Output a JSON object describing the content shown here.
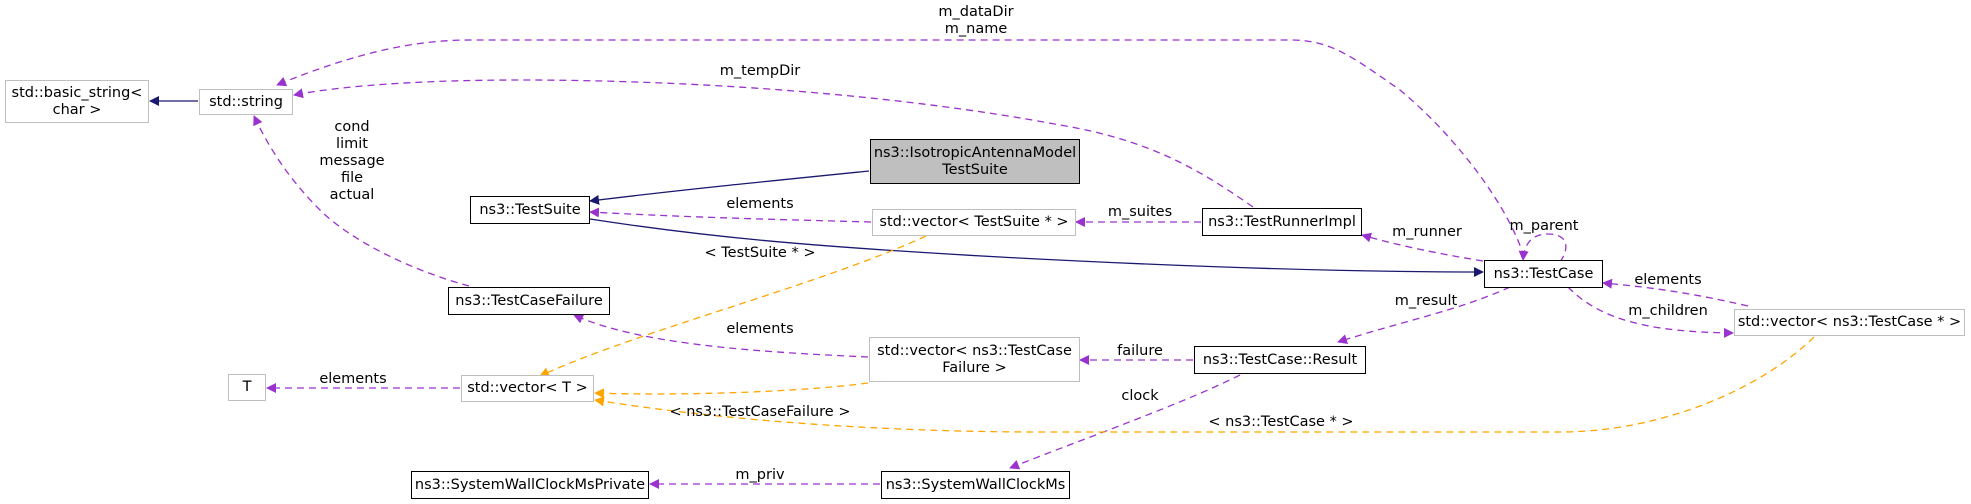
{
  "nodes": {
    "basic_string": "std::basic_string<\nchar >",
    "string": "std::string",
    "isotropic": "ns3::IsotropicAntennaModel\nTestSuite",
    "testsuite": "ns3::TestSuite",
    "vec_testsuite": "std::vector< TestSuite * >",
    "testrunnerimpl": "ns3::TestRunnerImpl",
    "testcase": "ns3::TestCase",
    "testcasefailure": "ns3::TestCaseFailure",
    "vec_failure": "std::vector< ns3::TestCase\nFailure >",
    "result": "ns3::TestCase::Result",
    "vec_testcase": "std::vector< ns3::TestCase * >",
    "t": "T",
    "vec_t": "std::vector< T >",
    "wallclock_private": "ns3::SystemWallClockMsPrivate",
    "wallclock": "ns3::SystemWallClockMs"
  },
  "edge_labels": {
    "datadir_name": [
      "m_dataDir",
      "m_name"
    ],
    "tempdir": "m_tempDir",
    "failure_fields": [
      "cond",
      "limit",
      "message",
      "file",
      "actual"
    ],
    "elements_suite": "elements",
    "suites": "m_suites",
    "runner": "m_runner",
    "parent": "m_parent",
    "elements_case": "elements",
    "children": "m_children",
    "result": "m_result",
    "tmpl_testsuite": "< TestSuite * >",
    "elements_failure": "elements",
    "failure": "failure",
    "elements_t": "elements",
    "tmpl_failure": "< ns3::TestCaseFailure >",
    "tmpl_testcase": "< ns3::TestCase * >",
    "clock": "clock",
    "priv": "m_priv"
  },
  "colors": {
    "inheritance": "#191970",
    "usage": "#9a32cd",
    "template": "#ffa500",
    "focus_fill": "#bfbfbf",
    "weak_border": "#bfbfbf"
  }
}
